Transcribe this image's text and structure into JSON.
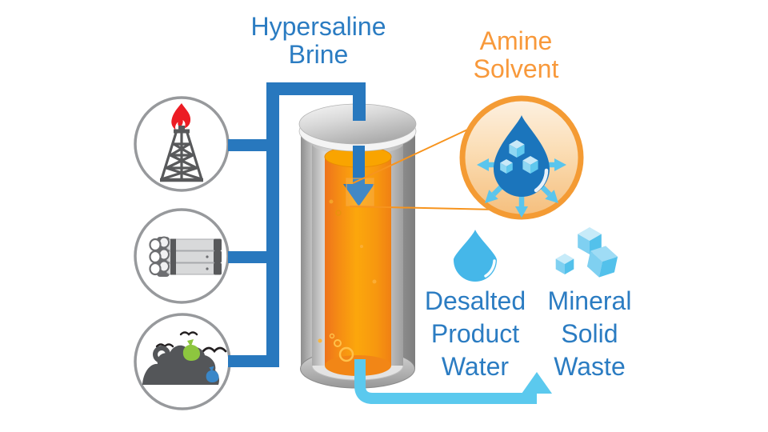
{
  "labels": {
    "feed": "Hypersaline\nBrine",
    "solvent": "Amine\nSolvent",
    "product_water": "Desalted\nProduct\nWater",
    "solid_waste": "Mineral\nSolid\nWaste"
  },
  "icons": {
    "sources": [
      "oil-derrick-flare-icon",
      "pipe-bundle-icon",
      "landfill-waste-icon"
    ],
    "solvent_icon": "amine-droplet-dissolution-icon",
    "inlet_arrow": "down-arrow-icon",
    "outlet_arrow": "up-arrow-icon",
    "outputs": [
      "water-droplet-icon",
      "mineral-cubes-icon"
    ]
  },
  "colors": {
    "pipe_blue": "#2878BE",
    "label_blue": "#2B7CC2",
    "outlet_light_blue": "#5BC9EE",
    "amine_text_orange": "#F8993B",
    "amine_ring_orange": "#F49B34",
    "liquid_orange": "#FBA70C",
    "droplet_dark_blue": "#1B75BC",
    "droplet_light_blue": "#45B7E9",
    "vessel_gray": "#C6C6C6",
    "icon_gray": "#58595B",
    "flame_red": "#EC1C24",
    "bag_green": "#8DC63F",
    "bag_blue": "#3A87C8",
    "circle_ring_gray": "#97999C"
  }
}
